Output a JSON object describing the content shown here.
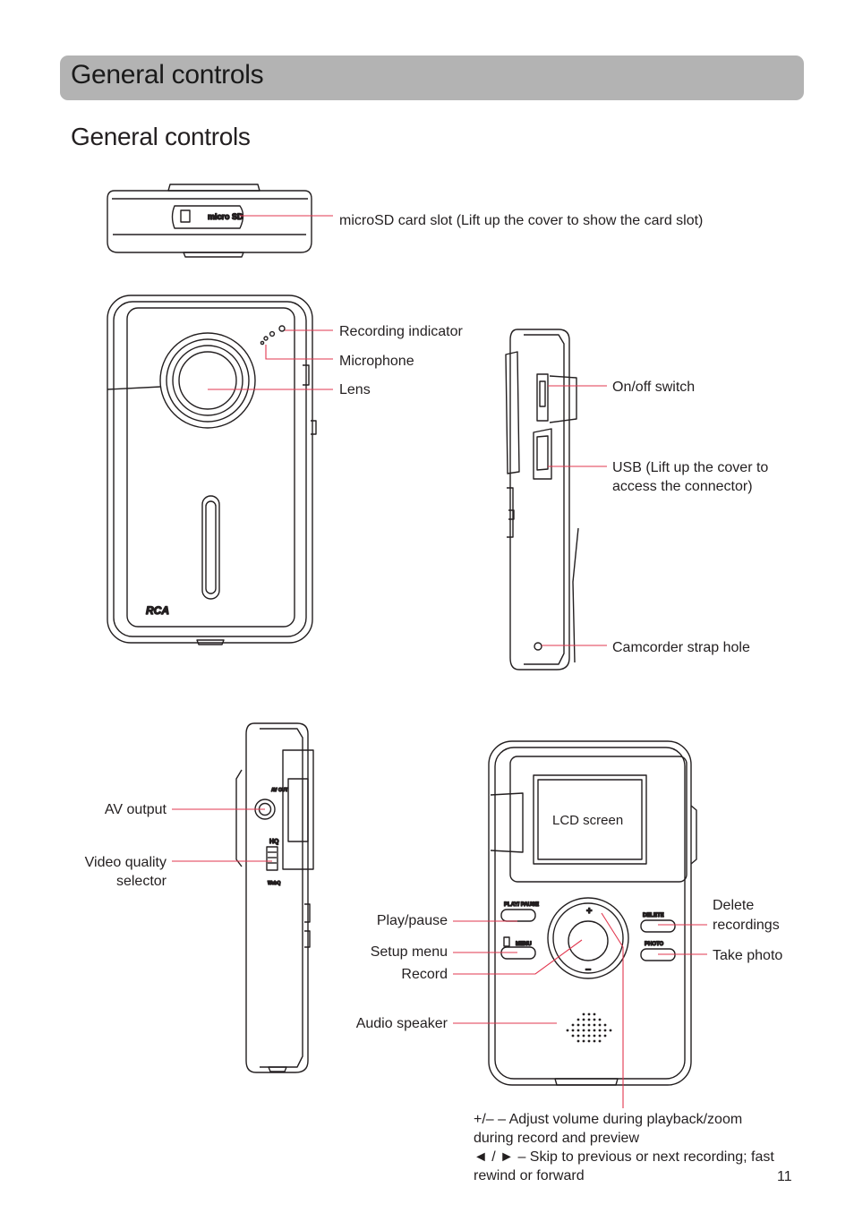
{
  "header": {
    "title": "General controls"
  },
  "section": {
    "title": "General controls"
  },
  "device": {
    "brand": "RCA",
    "sd_slot_label": "micro SD",
    "av_label": "AV OUT",
    "hq_label": "HQ",
    "web_label": "WebQ",
    "lcd_label": "LCD screen",
    "play_pause_label": "PLAY/ PAUSE",
    "menu_label": "MENU",
    "delete_label": "DELETE",
    "photo_label": "PHOTO",
    "plus": "+",
    "minus": "–"
  },
  "callouts": {
    "microsd": "microSD card slot (Lift up the cover to show the card slot)",
    "recording_indicator": "Recording indicator",
    "microphone": "Microphone",
    "lens": "Lens",
    "onoff": "On/off switch",
    "usb_line1": "USB (Lift up the cover to",
    "usb_line2": "access the connector)",
    "strap": "Camcorder strap hole",
    "av_output": "AV output",
    "video_quality_line1": "Video quality",
    "video_quality_line2": "selector",
    "delete_line1": "Delete",
    "delete_line2": "recordings",
    "take_photo": "Take photo",
    "play_pause": "Play/pause",
    "setup_menu": "Setup menu",
    "record": "Record",
    "audio_speaker": "Audio speaker",
    "note_line1": "+/– – Adjust volume during playback/zoom",
    "note_line2": "during record and preview",
    "note_line3": "◄ / ► – Skip to previous or next recording; fast",
    "note_line4": "rewind or forward"
  },
  "page_number": "11",
  "colors": {
    "header_bar": "#b3b3b3",
    "leader_line": "#e2374f",
    "ink": "#231f20"
  }
}
